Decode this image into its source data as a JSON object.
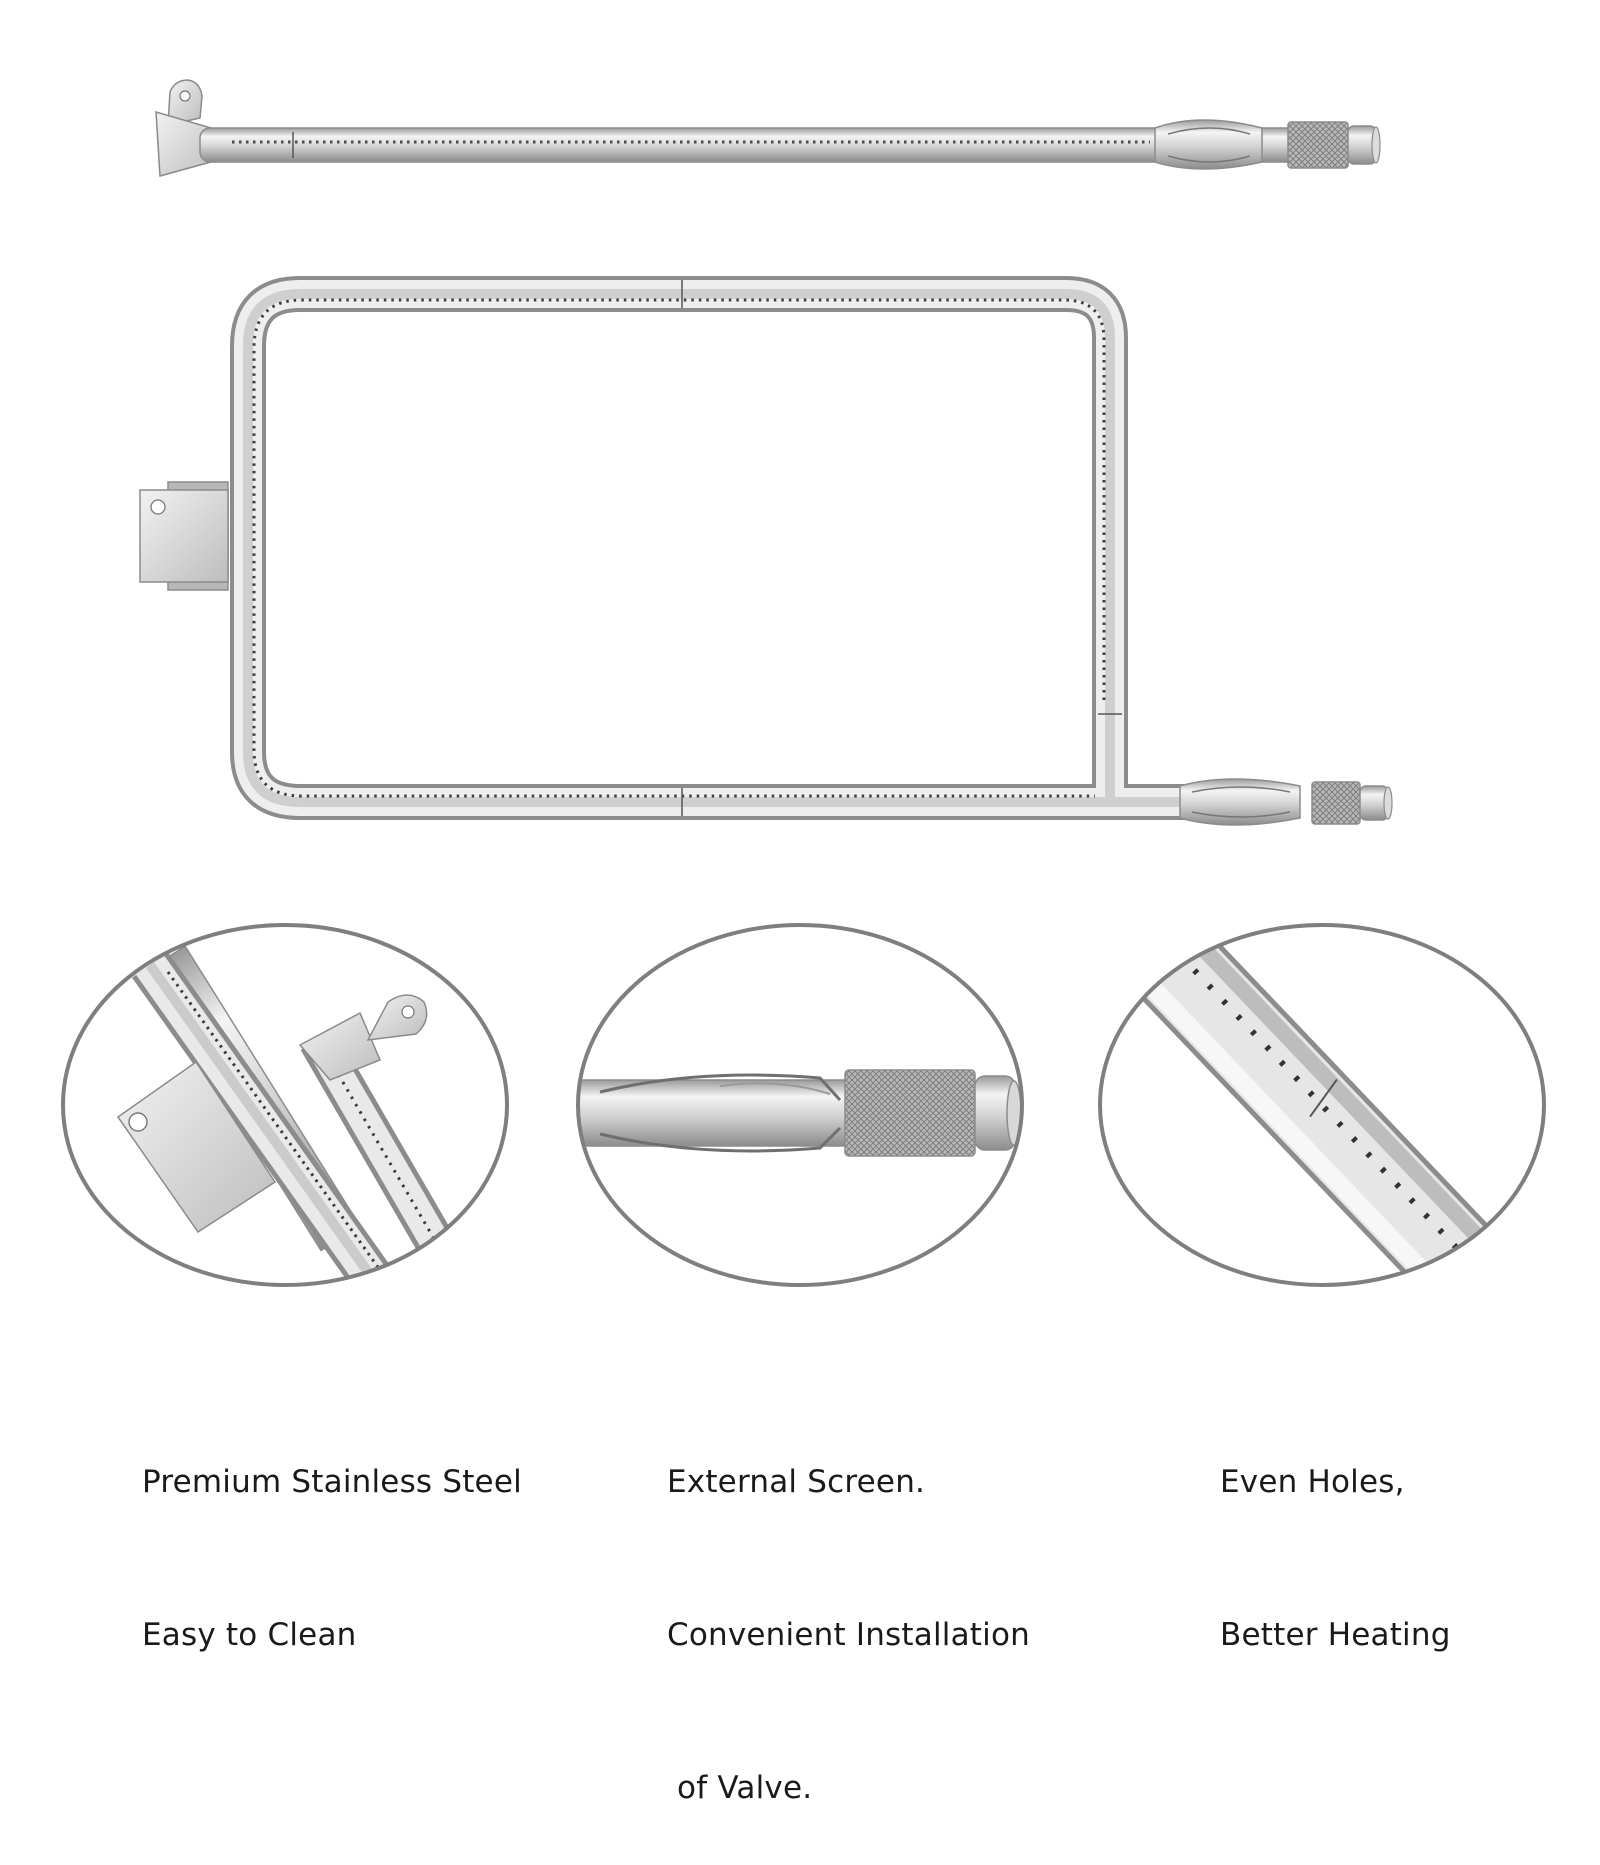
{
  "product": {
    "parts": [
      {
        "name": "straight-burner-tube"
      },
      {
        "name": "loop-burner-tube"
      }
    ]
  },
  "features": [
    {
      "lines": [
        "Premium Stainless Steel",
        "Easy to Clean"
      ],
      "detail_icon": "bracket-and-tube-closeup"
    },
    {
      "lines": [
        "External Screen.",
        "Convenient Installation",
        " of Valve."
      ],
      "detail_icon": "venturi-inlet-closeup"
    },
    {
      "lines": [
        "Even Holes,",
        "Better Heating"
      ],
      "detail_icon": "burner-port-holes-closeup"
    }
  ],
  "colors": {
    "steel_light": "#eeeeee",
    "steel_mid": "#c9c9c9",
    "steel_dark": "#8e8e8e",
    "frame": "#8a8a8a",
    "text": "#1a1a1a"
  }
}
